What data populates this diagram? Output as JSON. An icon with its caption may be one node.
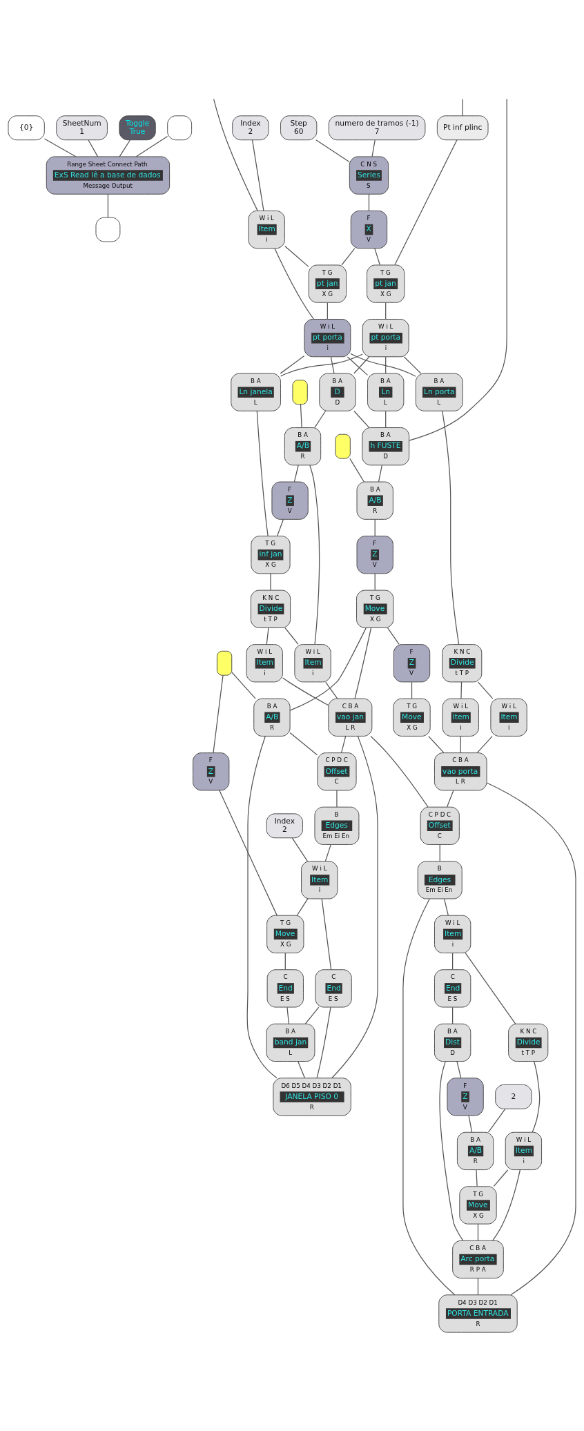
{
  "diagram": {
    "nodes": [
      {
        "text": [
          "{0}"
        ]
      },
      {
        "text": [
          "SheetNum",
          "1"
        ]
      },
      {
        "text": [
          "Toggle",
          "True"
        ]
      },
      {
        "text": [],
        "shape": "box"
      },
      {
        "text": [
          "numero de tramos (-1)",
          "7"
        ]
      },
      {
        "text": [
          "Step",
          "60"
        ]
      },
      {
        "text": [
          "Index",
          "2"
        ]
      },
      {
        "text": [
          "Pt inf plinc"
        ]
      },
      {
        "text": [
          "Range Sheet Connect Path",
          "ExS Read lê a base de dados",
          "Message Output"
        ]
      },
      {
        "text": [
          "C N S",
          "Series",
          "S"
        ]
      },
      {
        "text": [
          "F",
          "X",
          "V"
        ]
      },
      {
        "text": [
          "W i L",
          "Item",
          "i"
        ]
      },
      {
        "text": [
          "T G",
          "pt jan",
          "X G"
        ]
      },
      {
        "text": [
          "T G",
          "pt jan",
          "X G"
        ]
      },
      {
        "text": [
          "W i L",
          "pt porta",
          "i"
        ]
      },
      {
        "text": [
          "W i L",
          "pt porta",
          "i"
        ]
      },
      {
        "text": [],
        "shape": "box"
      },
      {
        "text": [
          "B A",
          "Ln",
          "L"
        ]
      },
      {
        "text": [
          "B A",
          "D",
          "D"
        ]
      },
      {
        "text": [],
        "shape": "box"
      },
      {
        "text": [
          "B A",
          "A/B",
          "R"
        ]
      },
      {
        "text": [
          "F",
          "Z",
          "V"
        ]
      },
      {
        "text": [
          "B A",
          "Ln janela",
          "L"
        ]
      },
      {
        "text": [
          "B A",
          "Ln porta",
          "L"
        ]
      },
      {
        "text": [
          "T G",
          "inf jan",
          "X G"
        ]
      },
      {
        "text": [
          "K N C",
          "Divide",
          "t T P"
        ]
      },
      {
        "text": [
          "K N C",
          "Divide",
          "t T P"
        ]
      },
      {
        "text": [
          "B A",
          "h FUSTE",
          "D"
        ]
      },
      {
        "text": [],
        "shape": "box"
      },
      {
        "text": [
          "B A",
          "A/B",
          "R"
        ]
      },
      {
        "text": [
          "W i L",
          "Item",
          "i"
        ]
      },
      {
        "text": [
          "W i L",
          "Item",
          "i"
        ]
      },
      {
        "text": [
          "W i L",
          "Item",
          "i"
        ]
      },
      {
        "text": [
          "W i L",
          "Item",
          "i"
        ]
      },
      {
        "text": [
          "F",
          "Z",
          "V"
        ]
      },
      {
        "text": [
          "T G",
          "Move",
          "X G"
        ]
      },
      {
        "text": [
          "F",
          "Z",
          "V"
        ]
      },
      {
        "text": [
          "T G",
          "Move",
          "X G"
        ]
      },
      {
        "text": [],
        "shape": "box"
      },
      {
        "text": [
          "B A",
          "A/B",
          "R"
        ]
      },
      {
        "text": [
          "C B A",
          "vao jan",
          "L R"
        ]
      },
      {
        "text": [
          "C B A",
          "vao porta",
          "L R"
        ]
      },
      {
        "text": [
          "C P D C",
          "Offset",
          "C"
        ]
      },
      {
        "text": [
          "C P D C",
          "Offset",
          "C"
        ]
      },
      {
        "text": [
          "B",
          "Edges",
          "Em Ei En"
        ]
      },
      {
        "text": [
          "B",
          "Edges",
          "Em Ei En"
        ]
      },
      {
        "text": [
          "Index",
          "2"
        ]
      },
      {
        "text": [
          "W i L",
          "Item",
          "i"
        ]
      },
      {
        "text": [
          "W i L",
          "Item",
          "i"
        ]
      },
      {
        "text": [
          "F",
          "Z",
          "V"
        ]
      },
      {
        "text": [
          "T G",
          "Move",
          "X G"
        ]
      },
      {
        "text": [
          "C",
          "End",
          "E S"
        ]
      },
      {
        "text": [
          "C",
          "End",
          "E S"
        ]
      },
      {
        "text": [
          "C",
          "End",
          "E S"
        ]
      },
      {
        "text": [
          "2"
        ]
      },
      {
        "text": [
          "B A",
          "Dist",
          "D"
        ]
      },
      {
        "text": [
          "K N C",
          "Divide",
          "t T P"
        ]
      },
      {
        "text": [
          "F",
          "Z",
          "V"
        ]
      },
      {
        "text": [
          "W i L",
          "Item",
          "i"
        ]
      },
      {
        "text": [
          "B A",
          "A/B",
          "R"
        ]
      },
      {
        "text": [
          "T G",
          "Move",
          "X G"
        ]
      },
      {
        "text": [
          "B A",
          "band jan",
          "L"
        ]
      },
      {
        "text": [
          "C B A",
          "Arc porta",
          "R P A"
        ]
      },
      {
        "text": [
          "D6 D5 D4 D3 D2 D1",
          "JANELA PISO 0",
          "R"
        ]
      },
      {
        "text": [
          "D4 D3 D2 D1",
          "PORTA ENTRADA",
          "R"
        ]
      }
    ],
    "edges": [
      {
        "from": 0,
        "to": 8,
        "arrow": "none"
      },
      {
        "from": 1,
        "to": 8,
        "arrow": "none"
      },
      {
        "from": 2,
        "to": 8,
        "arrow": "none"
      },
      {
        "from": 3,
        "to": 8,
        "arrow": "none"
      },
      {
        "from": 8,
        "to": 16,
        "arrow": "none"
      },
      {
        "from": 4,
        "to": 9,
        "arrow": "none"
      },
      {
        "from": 5,
        "to": 9,
        "arrow": "none"
      },
      {
        "from": 9,
        "to": 10,
        "arrow": "none"
      },
      {
        "from": 6,
        "to": 11,
        "arrow": "none"
      },
      {
        "from": null,
        "to": 11,
        "arrow": "none"
      },
      {
        "from": null,
        "to": 7,
        "arrow": "none"
      },
      {
        "from": 11,
        "to": 12,
        "arrow": "none"
      },
      {
        "from": 11,
        "to": 14,
        "arrow": "none"
      },
      {
        "from": 10,
        "to": 12,
        "arrow": "none"
      },
      {
        "from": 10,
        "to": 13,
        "arrow": "none"
      },
      {
        "from": 7,
        "to": 13,
        "arrow": "none"
      },
      {
        "from": 12,
        "to": 14,
        "arrow": "none"
      },
      {
        "from": 13,
        "to": 15,
        "arrow": "none"
      },
      {
        "from": 14,
        "to": 17,
        "arrow": "none"
      },
      {
        "from": 15,
        "to": 17,
        "arrow": "none"
      },
      {
        "from": 14,
        "to": 18,
        "arrow": "none"
      },
      {
        "from": 15,
        "to": 18,
        "arrow": "none"
      },
      {
        "from": 14,
        "to": 22,
        "arrow": "none"
      },
      {
        "from": 15,
        "to": 22,
        "arrow": "none"
      },
      {
        "from": 14,
        "to": 23,
        "arrow": "none"
      },
      {
        "from": 15,
        "to": 23,
        "arrow": "none"
      },
      {
        "from": 19,
        "to": 20,
        "arrow": "none"
      },
      {
        "from": 18,
        "to": 20,
        "arrow": "none"
      },
      {
        "from": 17,
        "to": 27,
        "arrow": "none"
      },
      {
        "from": null,
        "to": 27,
        "arrow": "none"
      },
      {
        "from": 18,
        "to": 27,
        "arrow": "none"
      },
      {
        "from": 20,
        "to": 21,
        "arrow": "none"
      },
      {
        "from": 21,
        "to": 24,
        "arrow": "none"
      },
      {
        "from": 22,
        "to": 24,
        "arrow": "none"
      },
      {
        "from": 24,
        "to": 26,
        "arrow": "none"
      },
      {
        "from": 23,
        "to": 25,
        "arrow": "none"
      },
      {
        "from": 27,
        "to": 29,
        "arrow": "none"
      },
      {
        "from": 28,
        "to": 29,
        "arrow": "none"
      },
      {
        "from": 29,
        "to": 36,
        "arrow": "none"
      },
      {
        "from": 36,
        "to": 37,
        "arrow": "none"
      },
      {
        "from": 20,
        "to": 30,
        "arrow": "none"
      },
      {
        "from": 26,
        "to": 30,
        "arrow": "none"
      },
      {
        "from": 26,
        "to": 31,
        "arrow": "none"
      },
      {
        "from": 25,
        "to": 32,
        "arrow": "none"
      },
      {
        "from": 25,
        "to": 33,
        "arrow": "none"
      },
      {
        "from": 37,
        "to": 34,
        "arrow": "none"
      },
      {
        "from": 34,
        "to": 35,
        "arrow": "none"
      },
      {
        "from": 35,
        "to": 41,
        "arrow": "none"
      },
      {
        "from": 32,
        "to": 41,
        "arrow": "none"
      },
      {
        "from": 33,
        "to": 41,
        "arrow": "none"
      },
      {
        "from": 37,
        "to": 39,
        "arrow": "none"
      },
      {
        "from": 38,
        "to": 39,
        "arrow": "none"
      },
      {
        "from": 37,
        "to": 40,
        "arrow": "none"
      },
      {
        "from": 30,
        "to": 40,
        "arrow": "none"
      },
      {
        "from": 31,
        "to": 40,
        "arrow": "none"
      },
      {
        "from": 39,
        "to": 42,
        "arrow": "none"
      },
      {
        "from": 40,
        "to": 42,
        "arrow": "none"
      },
      {
        "from": 40,
        "to": 43,
        "arrow": "none"
      },
      {
        "from": 41,
        "to": 43,
        "arrow": "none"
      },
      {
        "from": 42,
        "to": 44,
        "arrow": "none"
      },
      {
        "from": 43,
        "to": 45,
        "arrow": "none"
      },
      {
        "from": 44,
        "to": 47,
        "arrow": "none"
      },
      {
        "from": 46,
        "to": 47,
        "arrow": "none"
      },
      {
        "from": 38,
        "to": 49,
        "arrow": "none"
      },
      {
        "from": 49,
        "to": 50,
        "arrow": "none"
      },
      {
        "from": 47,
        "to": 50,
        "arrow": "none"
      },
      {
        "from": 50,
        "to": 51,
        "arrow": "none"
      },
      {
        "from": 47,
        "to": 52,
        "arrow": "none"
      },
      {
        "from": 51,
        "to": 61,
        "arrow": "none"
      },
      {
        "from": 52,
        "to": 61,
        "arrow": "none"
      },
      {
        "from": 61,
        "to": 63,
        "arrow": "none"
      },
      {
        "from": 52,
        "to": 63,
        "arrow": "none"
      },
      {
        "from": 39,
        "to": 63,
        "arrow": "none"
      },
      {
        "from": 40,
        "to": 63,
        "arrow": "none"
      },
      {
        "from": 45,
        "to": 48,
        "arrow": "none"
      },
      {
        "from": 48,
        "to": 53,
        "arrow": "none"
      },
      {
        "from": 48,
        "to": 56,
        "arrow": "none"
      },
      {
        "from": 53,
        "to": 55,
        "arrow": "none"
      },
      {
        "from": 55,
        "to": 57,
        "arrow": "none"
      },
      {
        "from": 54,
        "to": 59,
        "arrow": "none"
      },
      {
        "from": 57,
        "to": 59,
        "arrow": "none"
      },
      {
        "from": 56,
        "to": 58,
        "arrow": "none"
      },
      {
        "from": 59,
        "to": 60,
        "arrow": "none"
      },
      {
        "from": 58,
        "to": 60,
        "arrow": "none"
      },
      {
        "from": 60,
        "to": 62,
        "arrow": "none"
      },
      {
        "from": 55,
        "to": 62,
        "arrow": "none"
      },
      {
        "from": 58,
        "to": 62,
        "arrow": "none"
      },
      {
        "from": 62,
        "to": 64,
        "arrow": "none"
      },
      {
        "from": 45,
        "to": 64,
        "arrow": "none"
      },
      {
        "from": 41,
        "to": 64,
        "arrow": "none"
      }
    ]
  }
}
